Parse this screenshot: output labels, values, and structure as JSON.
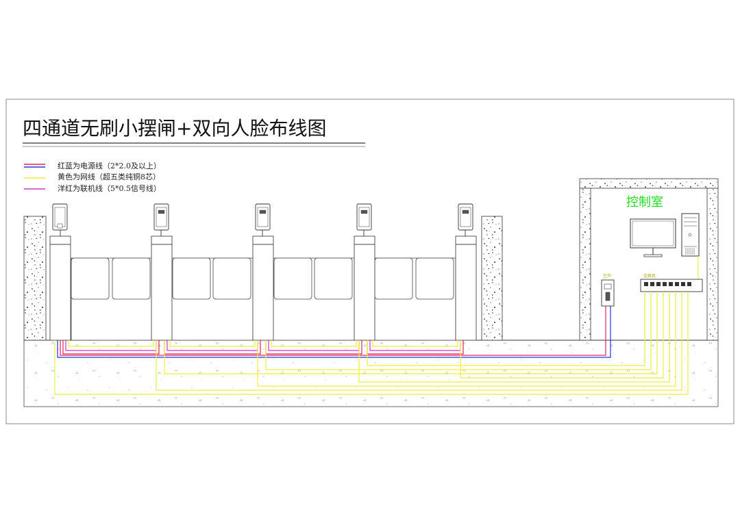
{
  "title": "四通道无刷小摆闸+双向人脸布线图",
  "legend": [
    {
      "text": "红蓝为电源线（2*2.0及以上）",
      "colors": [
        "#e0225a",
        "#2233dd"
      ]
    },
    {
      "text": "黄色为网线（超五类纯铜8芯）",
      "colors": [
        "#eeee33"
      ]
    },
    {
      "text": "洋红为联机线（5*0.5信号线）",
      "colors": [
        "#cc33cc"
      ]
    }
  ],
  "control_room": {
    "label": "控制室"
  },
  "breaker_label": "空开",
  "switch_label": "交换机",
  "colors": {
    "power_red": "#e0225a",
    "power_blue": "#2233dd",
    "network": "#eeee33",
    "link": "#cc33cc",
    "room_label": "#22dd22",
    "line": "#444444"
  },
  "icons": [
    "face-terminal-icon",
    "monitor-icon",
    "computer-tower-icon",
    "breaker-icon",
    "network-switch-icon"
  ]
}
